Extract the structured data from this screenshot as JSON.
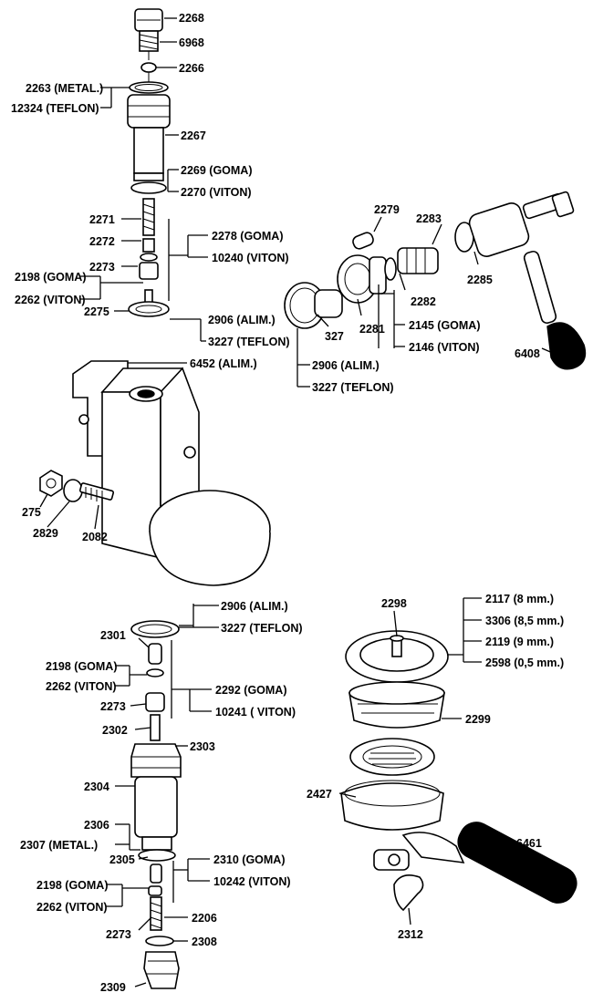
{
  "labels": {
    "l2268": "2268",
    "l6968": "6968",
    "l2266": "2266",
    "l2263": "2263 (METAL.)",
    "l12324": "12324 (TEFLON)",
    "l2267": "2267",
    "l2269": "2269 (GOMA)",
    "l2270": "2270 (VITON)",
    "l2271": "2271",
    "l2278": "2278 (GOMA)",
    "l2272": "2272",
    "l10240": "10240 (VITON)",
    "l2273a": "2273",
    "l2198a": "2198 (GOMA)",
    "l2262a": "2262 (VITON)",
    "l2275": "2275",
    "l2906a": "2906 (ALIM.)",
    "l3227a": "3227 (TEFLON)",
    "l2279": "2279",
    "l2283": "2283",
    "l2285": "2285",
    "l2282": "2282",
    "l327": "327",
    "l2281": "2281",
    "l2145": "2145 (GOMA)",
    "l2146": "2146 (VITON)",
    "l6408": "6408",
    "l2906b": "2906 (ALIM.)",
    "l3227b": "3227 (TEFLON)",
    "l6452": "6452 (ALIM.)",
    "l275": "275",
    "l2829": "2829",
    "l2082": "2082",
    "l2906c": "2906 (ALIM.)",
    "l3227c": "3227 (TEFLON)",
    "l2301": "2301",
    "l2198b": "2198 (GOMA)",
    "l2262b": "2262 (VITON)",
    "l2292": "2292 (GOMA)",
    "l2273b": "2273",
    "l10241": "10241 ( VITON)",
    "l2302": "2302",
    "l2303": "2303",
    "l2304": "2304",
    "l2306": "2306",
    "l2307": "2307 (METAL.)",
    "l2305": "2305",
    "l2310": "2310 (GOMA)",
    "l2198c": "2198 (GOMA)",
    "l10242": "10242 (VITON)",
    "l2262c": "2262 (VITON)",
    "l2206": "2206",
    "l2273c": "2273",
    "l2308": "2308",
    "l2309": "2309",
    "l2298": "2298",
    "l2117": "2117 (8 mm.)",
    "l3306": "3306 (8,5 mm.)",
    "l2119": "2119 (9 mm.)",
    "l2598": "2598 (0,5 mm.)",
    "l2299": "2299",
    "l2427": "2427",
    "l6461": "6461",
    "l2312": "2312"
  }
}
